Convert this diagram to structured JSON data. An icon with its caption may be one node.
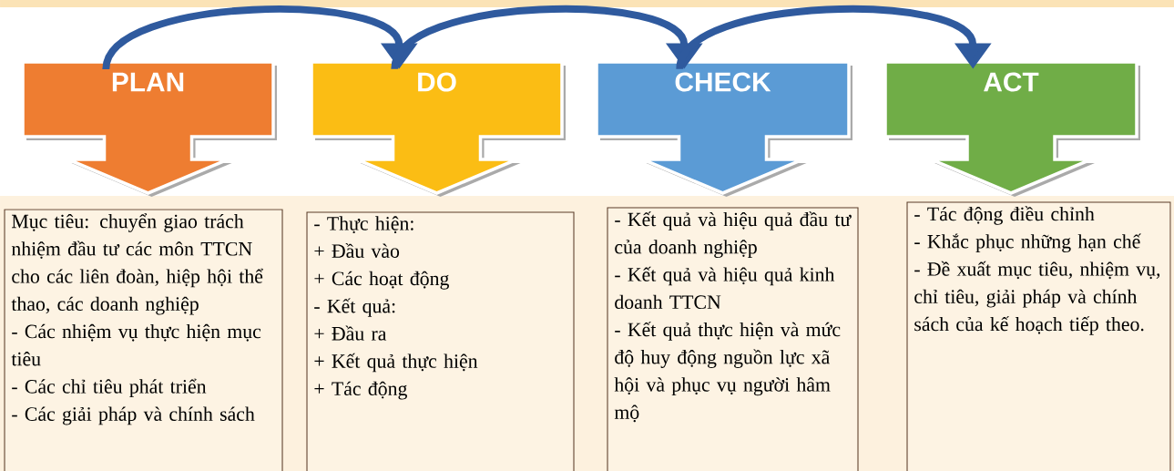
{
  "diagram": {
    "nodes": [
      {
        "text": [
          "PLAN"
        ]
      },
      {
        "text": [
          "DO"
        ]
      },
      {
        "text": [
          "CHECK"
        ]
      },
      {
        "text": [
          "ACT"
        ]
      },
      {
        "text": [
          "Mục tiêu: chuyển giao trách nhiệm đầu tư các môn TTCN cho các liên đoàn, hiệp hội thể thao, các doanh nghiệp",
          "- Các nhiệm vụ thực hiện mục tiêu",
          "- Các chỉ tiêu phát triển",
          "- Các giải pháp và chính sách"
        ]
      },
      {
        "text": [
          "- Thực hiện:",
          "+ Đầu vào",
          "+ Các hoạt động",
          "- Kết quả:",
          "+ Đầu ra",
          "+ Kết quả thực hiện",
          "+ Tác động"
        ]
      },
      {
        "text": [
          "- Kết quả và hiệu quả đầu tư của doanh nghiệp",
          "- Kết quả và hiệu quả kinh doanh TTCN",
          "- Kết quả thực hiện và mức độ huy động nguồn lực xã hội và phục vụ người hâm mộ"
        ]
      },
      {
        "text": [
          "- Tác động điều chỉnh",
          "- Khắc phục những hạn chế",
          "- Đề xuất mục tiêu, nhiệm vụ, chỉ tiêu, giải pháp và chính sách của kế hoạch tiếp theo."
        ]
      }
    ],
    "edges": [
      {
        "from": 0,
        "to": 1,
        "arrow": "to"
      },
      {
        "from": 1,
        "to": 2,
        "arrow": "to"
      },
      {
        "from": 2,
        "to": 3,
        "arrow": "to"
      }
    ]
  }
}
